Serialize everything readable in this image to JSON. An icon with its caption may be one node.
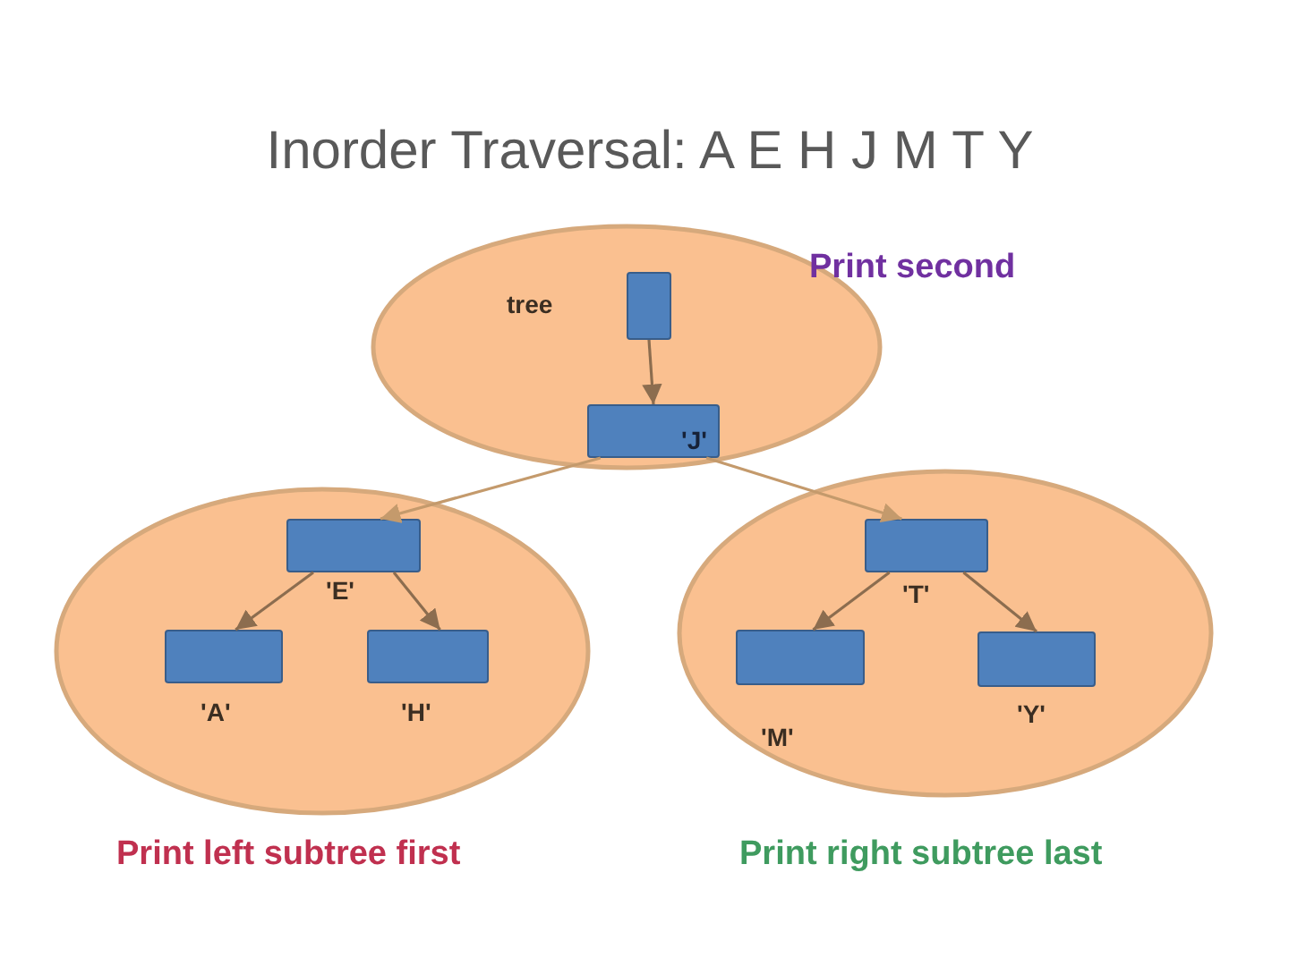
{
  "diagram": {
    "title": "Inorder Traversal: A E H J M T Y",
    "nodes": [
      {
        "text": [],
        "shape": "ellipse",
        "beside": [
          "Print second"
        ]
      },
      {
        "text": [],
        "shape": "box",
        "in": 0,
        "beside": [
          "tree"
        ]
      },
      {
        "text": [
          "'J'"
        ],
        "in": 0
      },
      {
        "text": [],
        "shape": "ellipse",
        "beside": [
          "Print left subtree first"
        ]
      },
      {
        "text": [],
        "shape": "box",
        "in": 3,
        "beside": [
          "'E'"
        ]
      },
      {
        "text": [],
        "shape": "box",
        "in": 3,
        "beside": [
          "'A'"
        ]
      },
      {
        "text": [],
        "shape": "box",
        "in": 3,
        "beside": [
          "'H'"
        ]
      },
      {
        "text": [],
        "shape": "ellipse",
        "beside": [
          "Print right subtree last"
        ]
      },
      {
        "text": [],
        "shape": "box",
        "in": 7,
        "beside": [
          "'T'"
        ]
      },
      {
        "text": [],
        "shape": "box",
        "in": 7,
        "beside": [
          "'M'"
        ]
      },
      {
        "text": [],
        "shape": "box",
        "in": 7,
        "beside": [
          "'Y'"
        ]
      }
    ],
    "edges": [
      {
        "from": 1,
        "to": 2,
        "arrow": "to"
      },
      {
        "from": 2,
        "to": 4,
        "arrow": "to",
        "color": "#c49a6c"
      },
      {
        "from": 2,
        "to": 8,
        "arrow": "to",
        "color": "#c49a6c"
      },
      {
        "from": 4,
        "to": 5,
        "arrow": "to"
      },
      {
        "from": 4,
        "to": 6,
        "arrow": "to"
      },
      {
        "from": 8,
        "to": 9,
        "arrow": "to"
      },
      {
        "from": 8,
        "to": 10,
        "arrow": "to"
      }
    ]
  }
}
